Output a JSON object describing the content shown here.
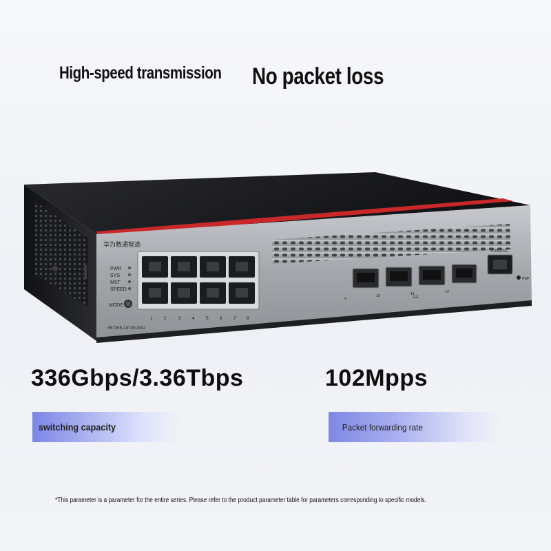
{
  "headlines": {
    "primary": "High-speed transmission",
    "secondary": "No packet loss"
  },
  "device": {
    "brand_label": "华为数通智选",
    "model_label": "S5735S-L8T4S-MA2",
    "led_labels": [
      "PWR",
      "SYS",
      "MST",
      "SPEED"
    ],
    "mode_label": "MODE",
    "rj45_port_numbers": [
      "1",
      "2",
      "3",
      "4",
      "5",
      "6",
      "7",
      "8"
    ],
    "sfp_port_numbers": [
      "9",
      "10",
      "11",
      "12"
    ],
    "sfp_group_label": "GE",
    "console_label": "CONSOLE",
    "pnp_label": "PNP",
    "accent_color": "#c8282a",
    "chassis_color": "#1c1d20",
    "panel_color": "#a9abb0"
  },
  "metrics": [
    {
      "value": "336Gbps/3.36Tbps",
      "label": "switching capacity"
    },
    {
      "value": "102Mpps",
      "label": "Packet forwarding rate"
    }
  ],
  "footnote": "*This parameter is a parameter for the entire series. Please refer to the product parameter table for parameters corresponding to specific models."
}
